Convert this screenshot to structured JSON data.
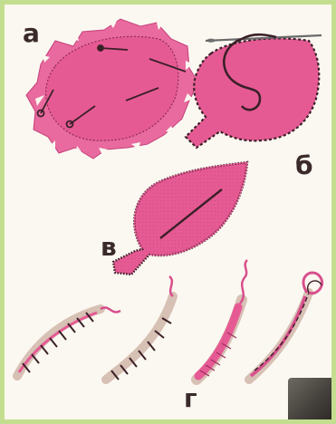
{
  "labels": {
    "a": "а",
    "b": "б",
    "v": "в",
    "g": "г"
  },
  "colors": {
    "fabric": "#e65a94",
    "fabric_dark": "#c93c78",
    "stitch": "#3a2028",
    "thread": "#d84f8c",
    "background": "#fbf8f1",
    "frame": "#c3de8e"
  }
}
